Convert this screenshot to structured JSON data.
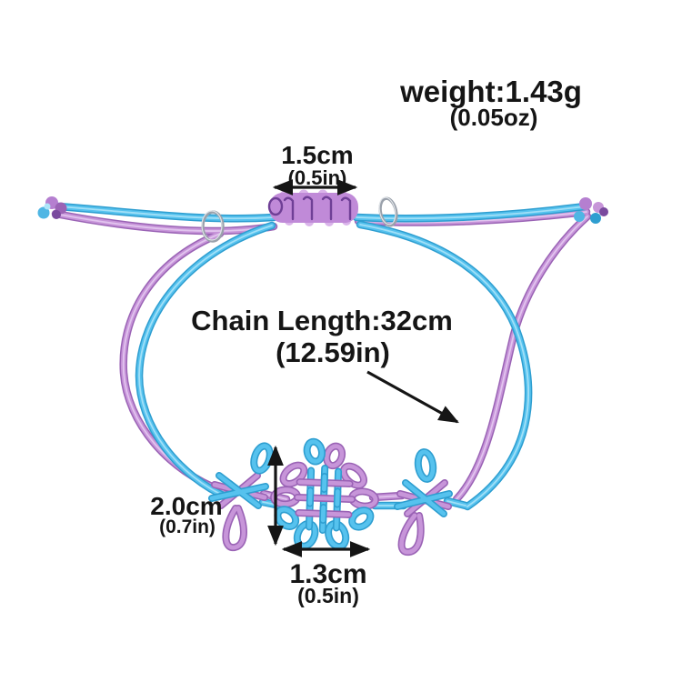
{
  "annotations": {
    "weight": {
      "line1": "weight:1.43g",
      "line2": "(0.05oz)"
    },
    "slider_width": {
      "line1": "1.5cm",
      "line2": "(0.5in)"
    },
    "chain_length": {
      "line1": "Chain Length:32cm",
      "line2": "(12.59in)"
    },
    "knot_height": {
      "line1": "2.0cm",
      "line2": "(0.7in)"
    },
    "knot_width": {
      "line1": "1.3cm",
      "line2": "(0.5in)"
    }
  },
  "colors": {
    "background": "#ffffff",
    "cord_blue": "#56c2ee",
    "cord_blue_dark": "#2e9ed0",
    "cord_blue_light": "#aee5f9",
    "cord_purple": "#c795d9",
    "cord_purple_dark": "#9a63b5",
    "cord_purple_light": "#e6cdf2",
    "slider_purple": "#c08ad8",
    "slider_purple_light": "#dab4ea",
    "slider_crease": "#6f3f96",
    "ring_silver": "#9aa1ab",
    "ring_silver_light": "#dfe3e7",
    "annotation": "#151515"
  }
}
